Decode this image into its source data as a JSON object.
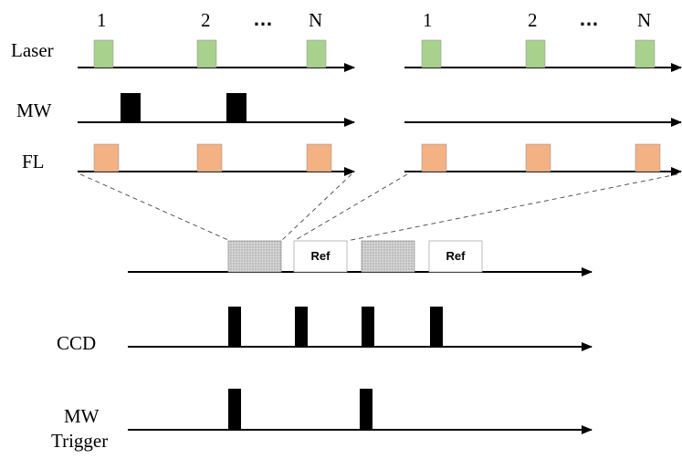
{
  "labels": {
    "laser": "Laser",
    "mw": "MW",
    "fl": "FL",
    "ccd": "CCD",
    "mw_trigger_line1": "MW",
    "mw_trigger_line2": "Trigger"
  },
  "pulse_index_labels": {
    "first": "1",
    "second": "2",
    "ellipsis": "…",
    "last": "N"
  },
  "ref_label": "Ref",
  "colors": {
    "laser_pulse": "#a9d18e",
    "fl_pulse": "#f4b183",
    "pulse_outline": "#8c8c8c",
    "mw_pulse": "#000000",
    "hatched_window": "#c8c8c8",
    "ref_window": "#ffffff",
    "axis": "#000000"
  }
}
